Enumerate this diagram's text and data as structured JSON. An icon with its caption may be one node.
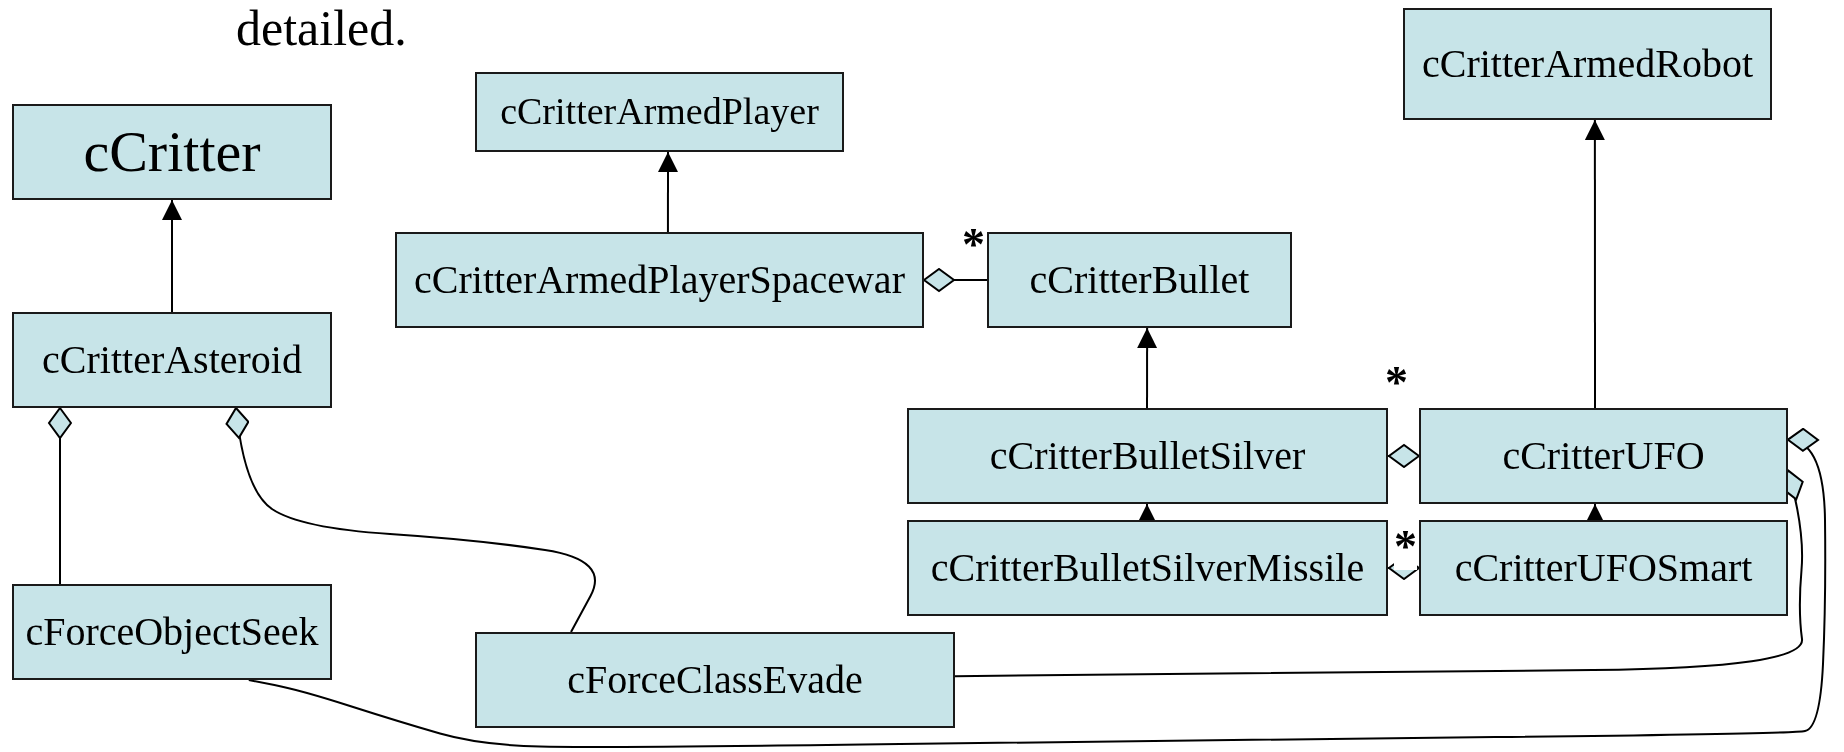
{
  "diagram": {
    "nodes": [
      {
        "text": [
          "cCritter"
        ]
      },
      {
        "text": [
          "cCritterArmedPlayer"
        ]
      },
      {
        "text": [
          "cCritterArmedRobot"
        ]
      },
      {
        "text": [
          "cCritterAsteroid"
        ]
      },
      {
        "text": [
          "cCritterArmedPlayerSpacewar"
        ]
      },
      {
        "text": [
          "cCritterBullet"
        ]
      },
      {
        "text": [
          "cCritterBulletSilver"
        ]
      },
      {
        "text": [
          "cCritterUFO"
        ]
      },
      {
        "text": [
          "cCritterBulletSilverMissile"
        ]
      },
      {
        "text": [
          "cCritterUFOSmart"
        ]
      },
      {
        "text": [
          "cForceObjectSeek"
        ]
      },
      {
        "text": [
          "cForceClassEvade"
        ]
      }
    ],
    "edges": [
      {
        "from": 3,
        "to": 0,
        "arrow": "to"
      },
      {
        "from": 4,
        "to": 1,
        "arrow": "to"
      },
      {
        "from": 4,
        "to": 5,
        "arrow": "other",
        "label": "*"
      },
      {
        "from": 6,
        "to": 5,
        "arrow": "to"
      },
      {
        "from": 7,
        "to": 2,
        "arrow": "to"
      },
      {
        "from": 8,
        "to": 6,
        "arrow": "to"
      },
      {
        "from": 9,
        "to": 7,
        "arrow": "to"
      },
      {
        "from": 7,
        "to": 6,
        "arrow": "other",
        "label": "*"
      },
      {
        "from": 9,
        "to": 8,
        "arrow": "other",
        "label": "*"
      },
      {
        "from": 3,
        "to": 10,
        "arrow": "other"
      },
      {
        "from": 3,
        "to": 11,
        "arrow": "other"
      },
      {
        "from": 7,
        "to": 11,
        "arrow": "other"
      },
      {
        "from": 7,
        "to": 10,
        "arrow": "other"
      }
    ],
    "labels": [
      "detailed."
    ]
  }
}
